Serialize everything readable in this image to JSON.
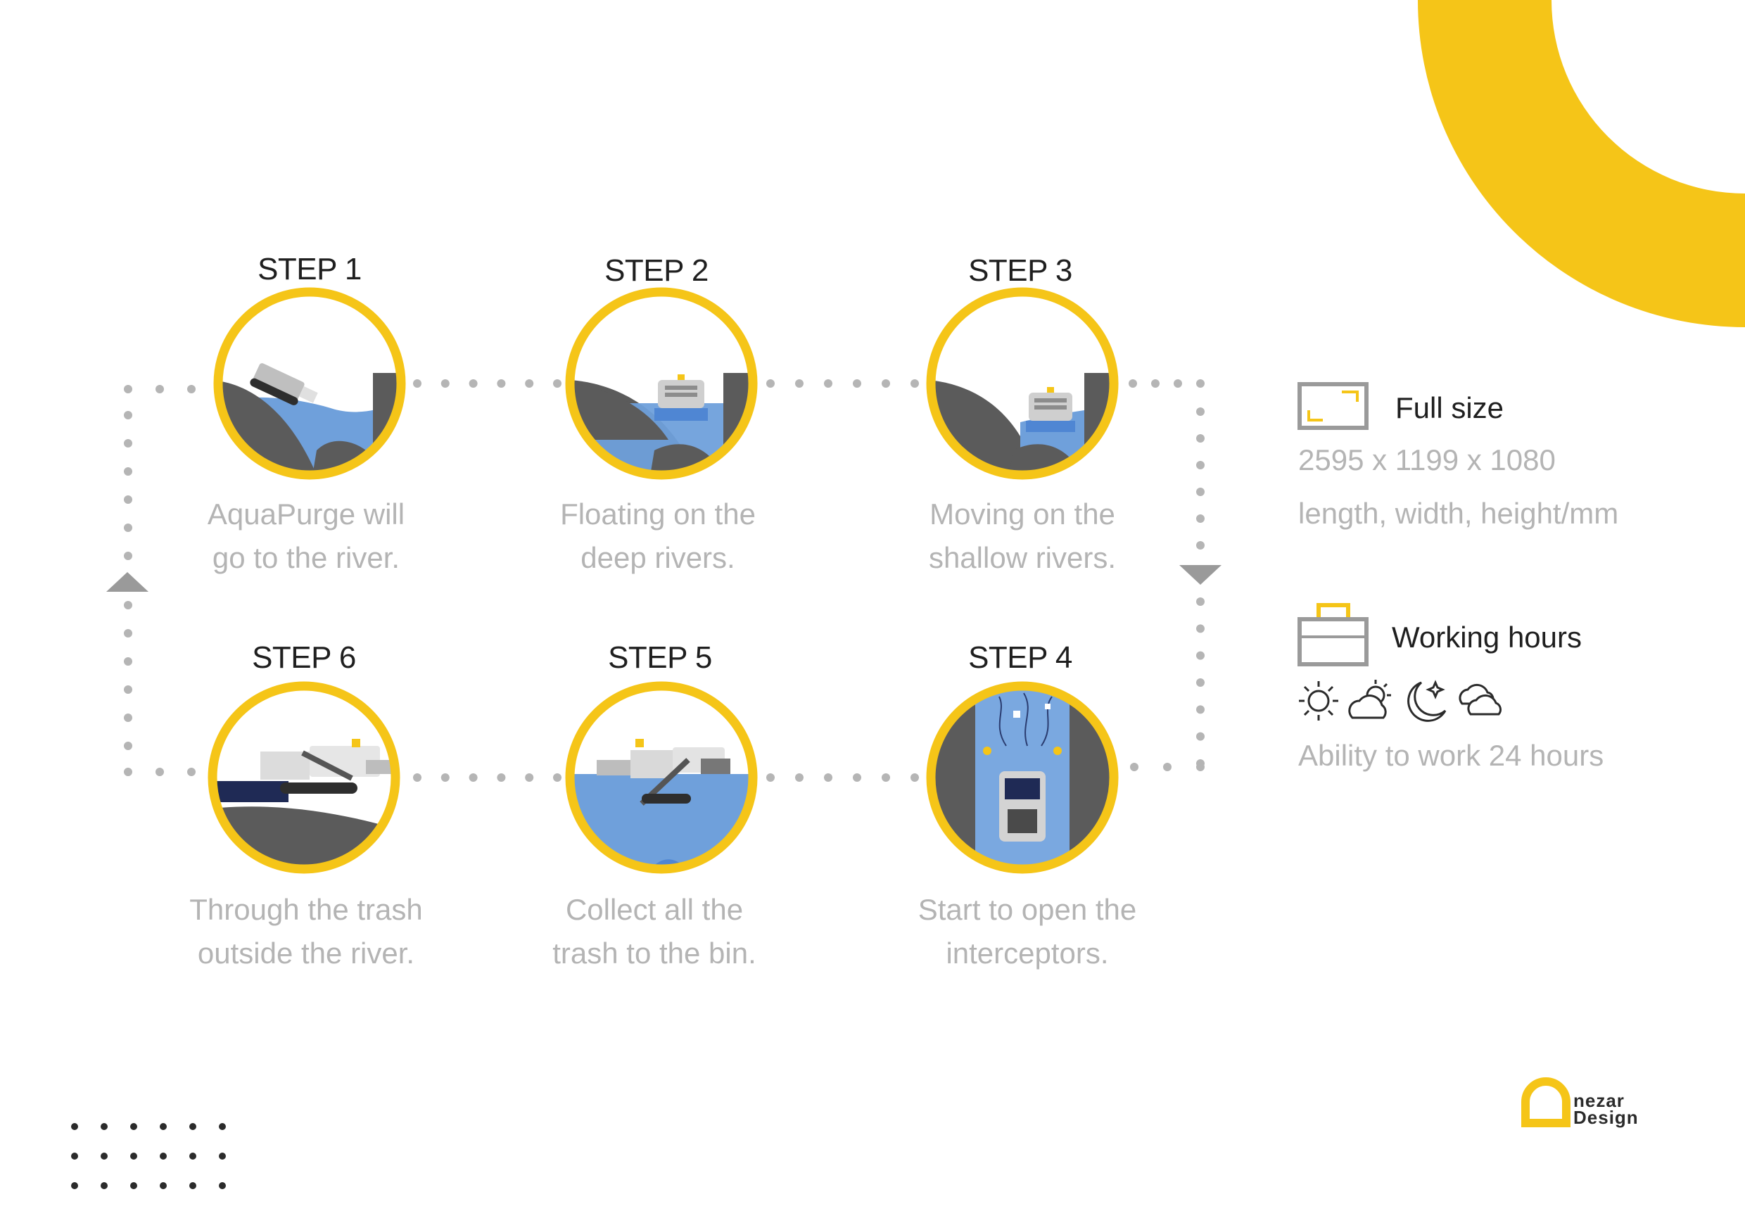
{
  "colors": {
    "accent": "#f5c518",
    "ground": "#5b5b5b",
    "water": "#6fa0db",
    "dot": "#b5b5b5",
    "text_dark": "#1f1f1f",
    "text_light": "#b4b4b4"
  },
  "steps": [
    {
      "title": "STEP 1",
      "line1": "AquaPurge will",
      "line2": "go to the river."
    },
    {
      "title": "STEP 2",
      "line1": "Floating on the",
      "line2": "deep rivers."
    },
    {
      "title": "STEP 3",
      "line1": "Moving  on  the",
      "line2": "shallow rivers."
    },
    {
      "title": "STEP 4",
      "line1": "Start to open the",
      "line2": "interceptors."
    },
    {
      "title": "STEP 5",
      "line1": "Collect  all  the",
      "line2": "trash to the bin."
    },
    {
      "title": "STEP 6",
      "line1": "Through  the  trash",
      "line2": "outside the  river."
    }
  ],
  "info": {
    "full_size": {
      "title": "Full size",
      "dimensions": "2595 x 1199 x 1080",
      "units": "length, width, height/mm",
      "icon": "frame-icon"
    },
    "working_hours": {
      "title": "Working hours",
      "note": "Ability to work 24 hours",
      "icon": "briefcase-icon",
      "weather_icons": [
        "sun-icon",
        "partly-cloudy-icon",
        "moon-stars-icon",
        "clouds-icon"
      ]
    }
  },
  "logo": {
    "line1": "nezar",
    "line2": "Design"
  }
}
